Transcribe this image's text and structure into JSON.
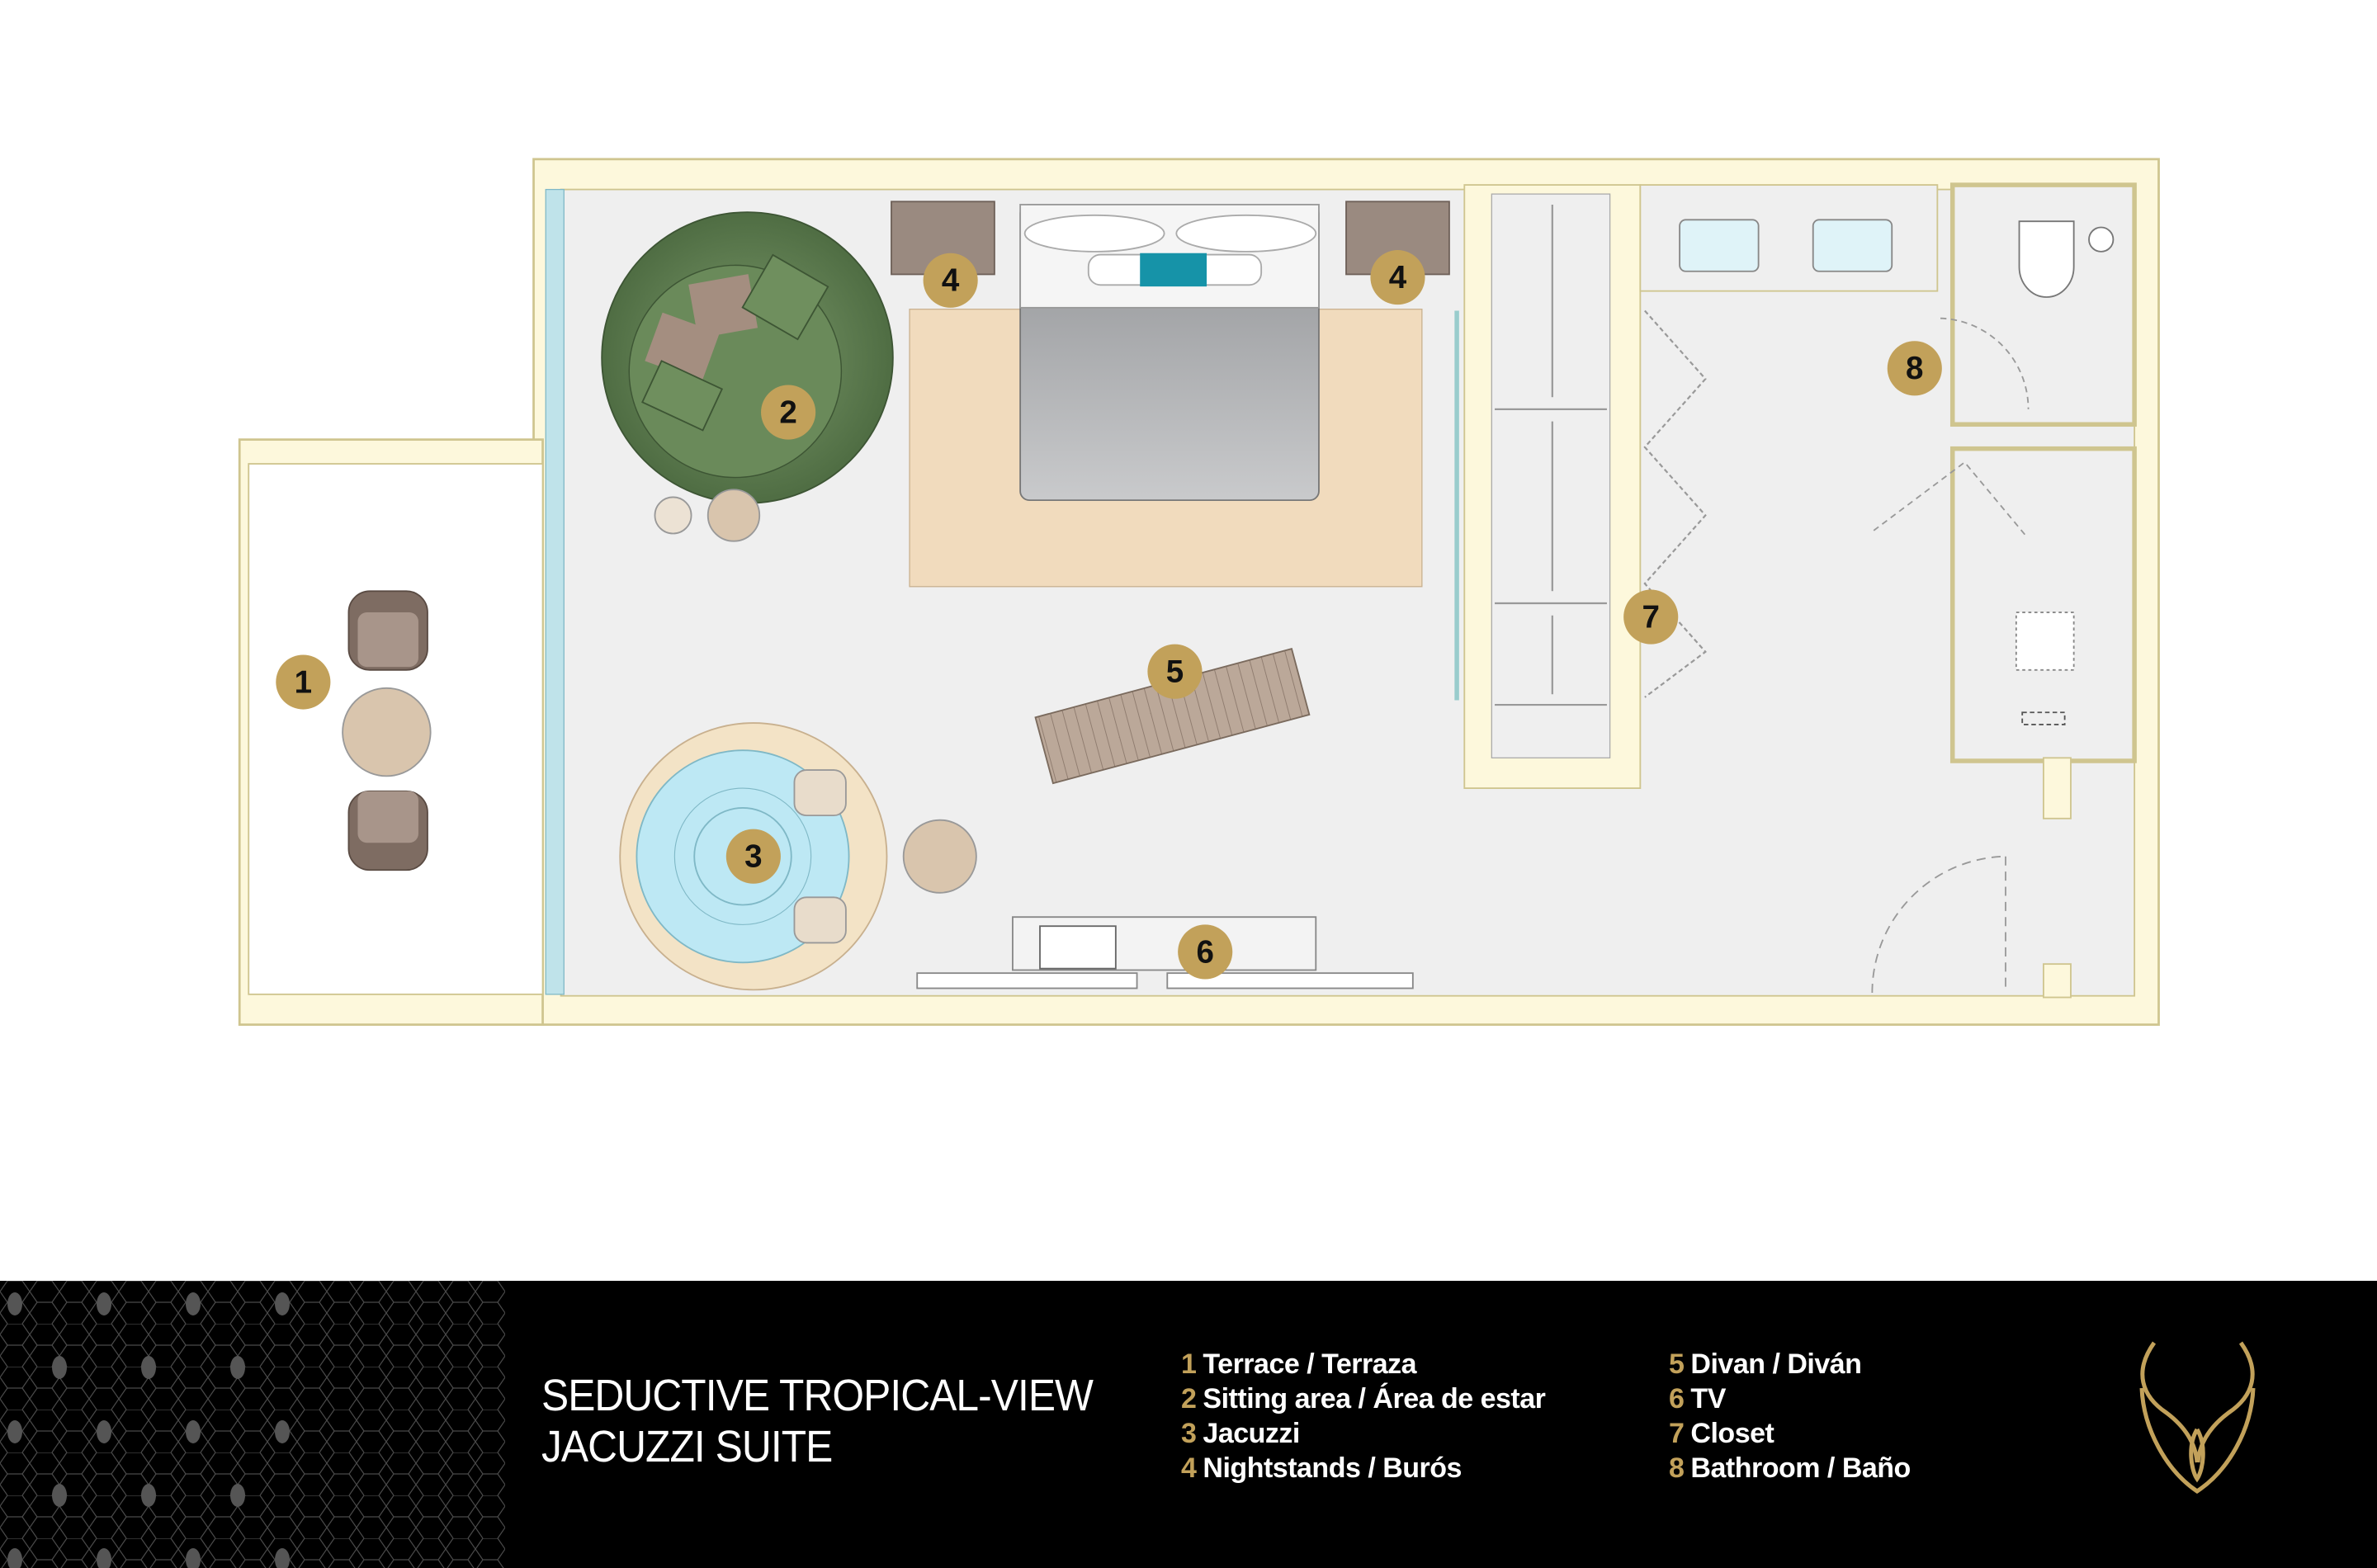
{
  "title": {
    "line1": "SEDUCTIVE TROPICAL-VIEW",
    "line2": "JACUZZI SUITE"
  },
  "legend": [
    {
      "num": "1",
      "label": "Terrace / Terraza"
    },
    {
      "num": "2",
      "label": "Sitting area / Área de estar"
    },
    {
      "num": "3",
      "label": "Jacuzzi"
    },
    {
      "num": "4",
      "label": "Nightstands / Burós"
    },
    {
      "num": "5",
      "label": "Divan / Diván"
    },
    {
      "num": "6",
      "label": "TV"
    },
    {
      "num": "7",
      "label": "Closet"
    },
    {
      "num": "8",
      "label": "Bathroom / Baño"
    }
  ],
  "markers": [
    "1",
    "2",
    "3",
    "4",
    "4",
    "5",
    "6",
    "7",
    "8"
  ],
  "colors": {
    "gold": "#c2a15a",
    "wall": "#fdf8dc",
    "floor": "#efefef",
    "water": "#bde8f4",
    "sofa": "#5b7a4e",
    "rug": "#f1dbbd"
  }
}
